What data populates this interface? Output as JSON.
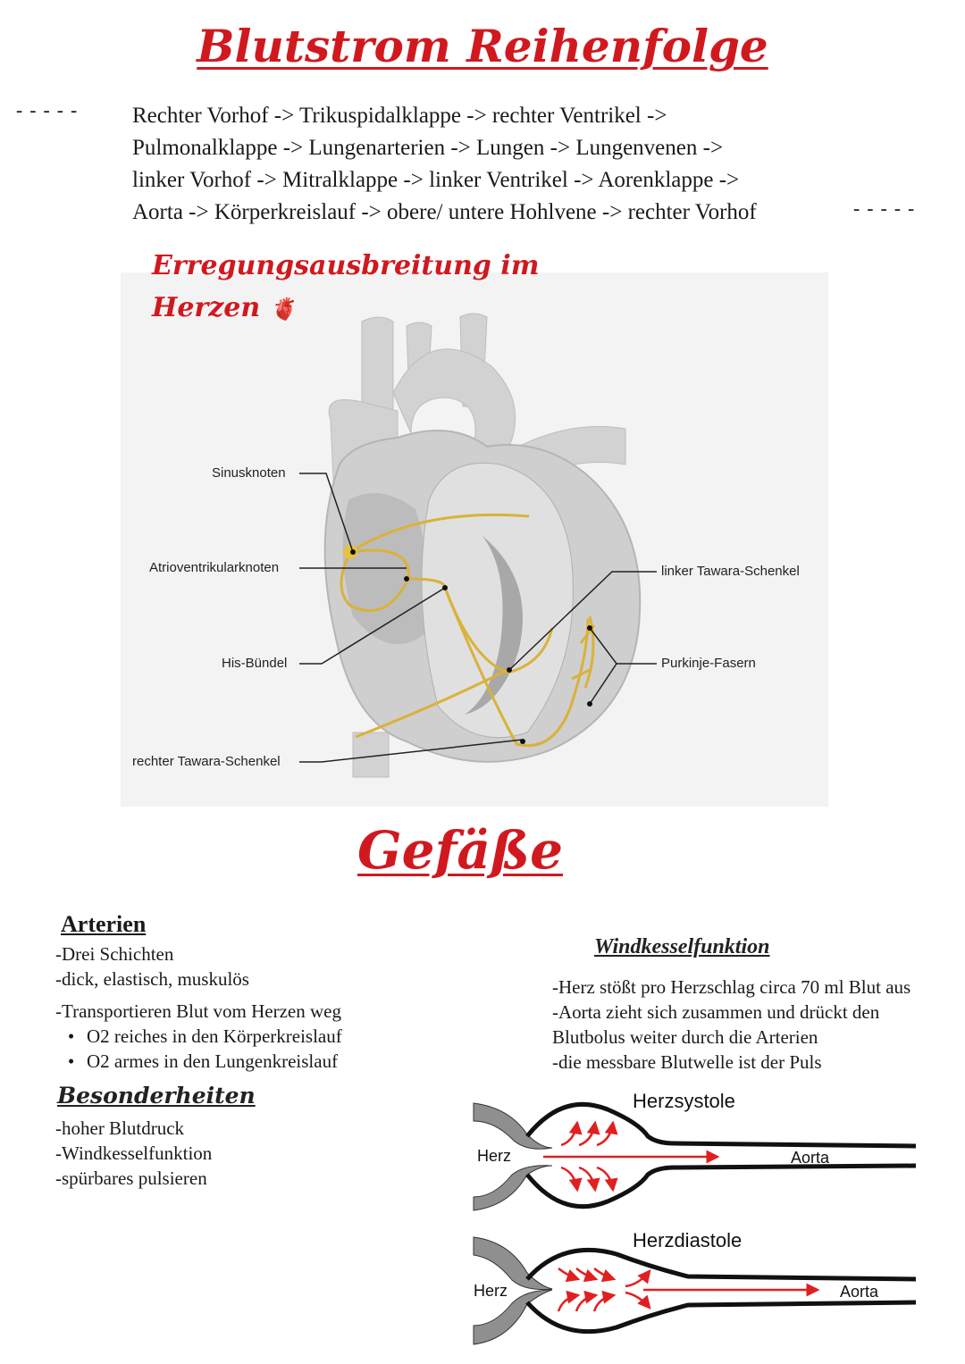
{
  "title": "Blutstrom Reihenfolge",
  "dashes": "-----",
  "flow_lines": [
    "Rechter Vorhof -> Trikuspidalklappe -> rechter Ventrikel ->",
    "Pulmonalklappe -> Lungenarterien -> Lungen -> Lungenvenen ->",
    "linker Vorhof -> Mitralklappe -> linker Ventrikel -> Aorenklappe ->",
    "Aorta -> Körperkreislauf -> obere/ untere Hohlvene -> rechter Vorhof"
  ],
  "heart": {
    "subtitle_line1": "Erregungsausbreitung im",
    "subtitle_line2": "Herzen",
    "heart_emoji": "🫀",
    "labels": {
      "sinus": "Sinusknoten",
      "av": "Atrioventrikularknoten",
      "his": "His-Bündel",
      "right_bundle": "rechter Tawara-Schenkel",
      "left_bundle": "linker Tawara-Schenkel",
      "purkinje": "Purkinje-Fasern"
    }
  },
  "vessels_title": "Gefäße",
  "arterien": {
    "heading": "Arterien",
    "lines": [
      "-Drei Schichten",
      "-dick, elastisch, muskulös",
      "-Transportieren Blut vom Herzen weg"
    ],
    "bullets": [
      "O2 reiches in den Körperkreislauf",
      "O2 armes in den Lungenkreislauf"
    ],
    "special_heading": "Besonderheiten",
    "special": [
      "-hoher Blutdruck",
      "-Windkesselfunktion",
      "-spürbares pulsieren"
    ]
  },
  "windkessel": {
    "heading": "Windkesselfunktion",
    "lines": [
      "-Herz stößt pro Herzschlag circa 70 ml Blut aus",
      "-Aorta zieht sich zusammen und drückt den",
      "Blutbolus weiter durch die Arterien",
      "-die messbare Blutwelle ist der Puls"
    ],
    "systole": "Herzsystole",
    "diastole": "Herzdiastole",
    "herz": "Herz",
    "aorta": "Aorta"
  },
  "colors": {
    "accent": "#d0191f",
    "conduction": "#d9b23a",
    "arrow": "#e02020"
  }
}
